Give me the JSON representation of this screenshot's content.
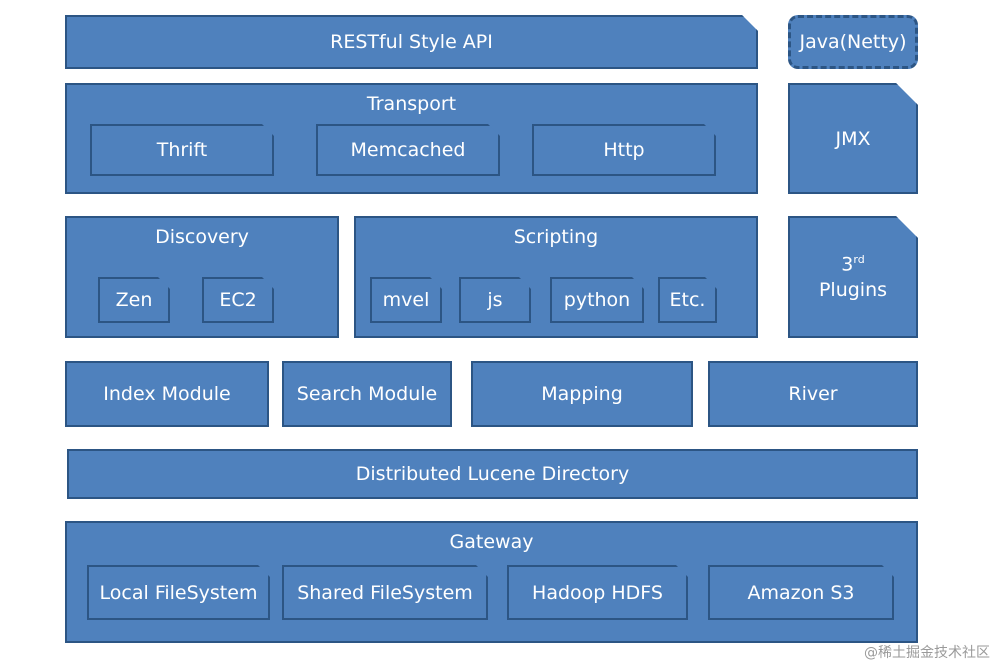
{
  "restful_api": "RESTful Style API",
  "java_netty": "Java(Netty)",
  "transport": {
    "title": "Transport",
    "items": [
      "Thrift",
      "Memcached",
      "Http"
    ]
  },
  "jmx": "JMX",
  "discovery": {
    "title": "Discovery",
    "items": [
      "Zen",
      "EC2"
    ]
  },
  "scripting": {
    "title": "Scripting",
    "items": [
      "mvel",
      "js",
      "python",
      "Etc."
    ]
  },
  "plugins": {
    "sup_num": "3",
    "sup_txt": "rd",
    "label": "Plugins"
  },
  "modules": [
    "Index Module",
    "Search Module",
    "Mapping",
    "River"
  ],
  "distributed_lucene": "Distributed Lucene Directory",
  "gateway": {
    "title": "Gateway",
    "items": [
      "Local FileSystem",
      "Shared FileSystem",
      "Hadoop HDFS",
      "Amazon S3"
    ]
  },
  "watermark": "@稀土掘金技术社区"
}
